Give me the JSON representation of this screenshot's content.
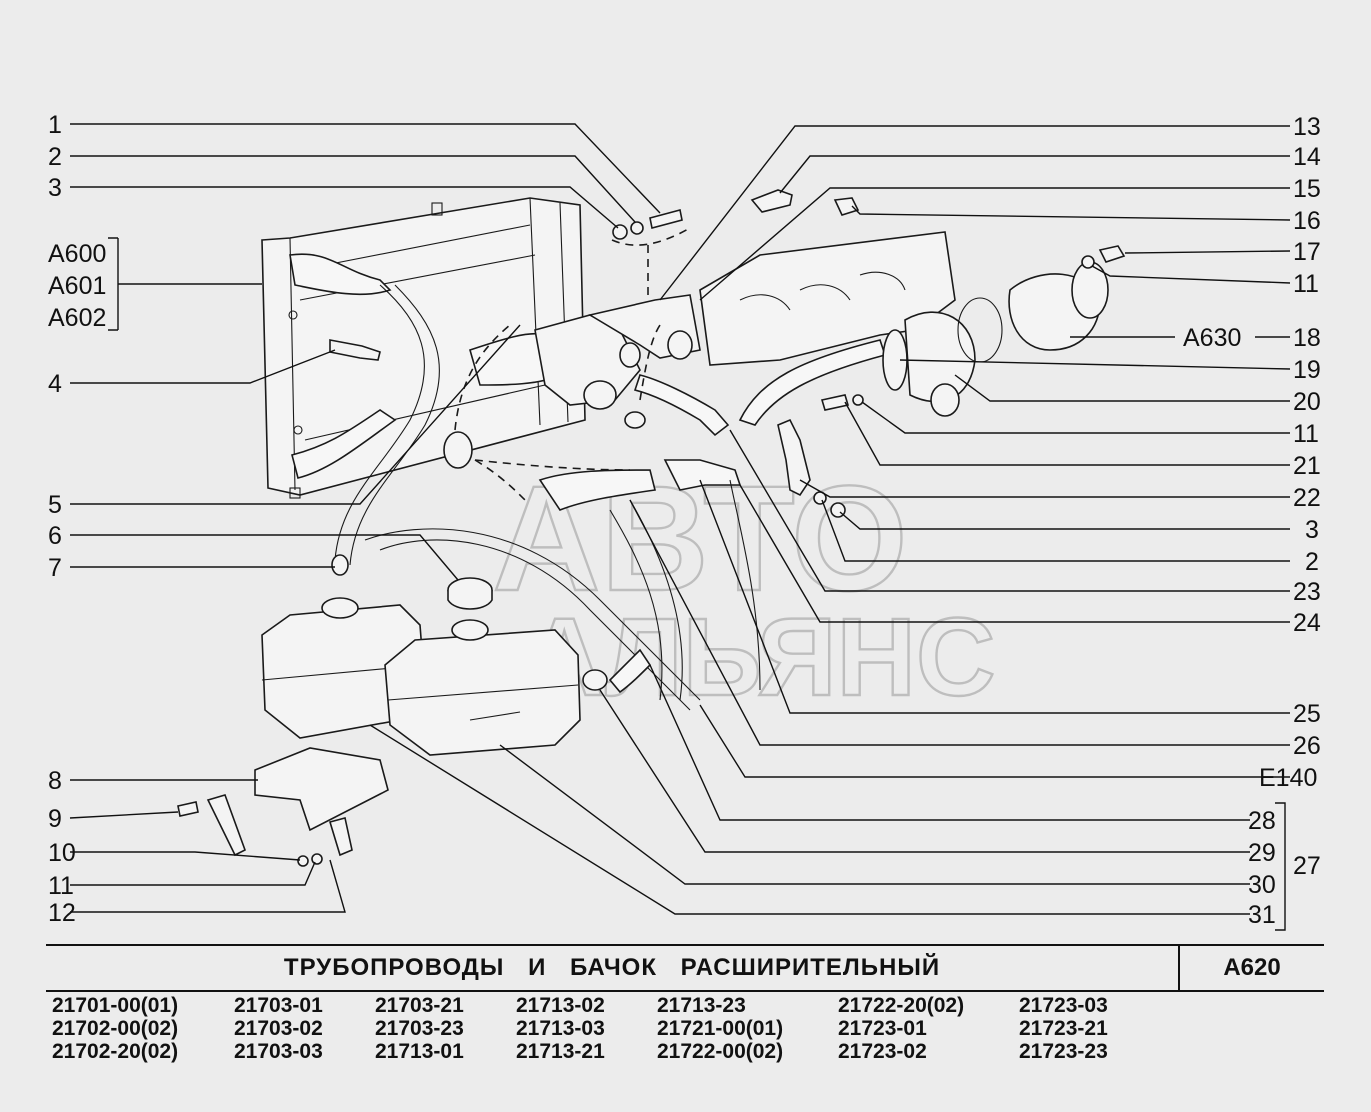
{
  "callouts_left": [
    "1",
    "2",
    "3",
    "A600",
    "A601",
    "A602",
    "4",
    "5",
    "6",
    "7",
    "8",
    "9",
    "10",
    "11",
    "12"
  ],
  "callouts_right": [
    "13",
    "14",
    "15",
    "16",
    "17",
    "11",
    "A630",
    "18",
    "19",
    "20",
    "11",
    "21",
    "22",
    "3",
    "2",
    "23",
    "24",
    "25",
    "26",
    "E140",
    "28",
    "29",
    "30",
    "31",
    "27"
  ],
  "watermark": [
    "АВТО",
    "АЛЬЯНС"
  ],
  "title": "ТРУБОПРОВОДЫ И БАЧОК РАСШИРИТЕЛЬНЫЙ",
  "code": "A620",
  "models": [
    [
      "21701-00(01)",
      "21702-00(02)",
      "21702-20(02)"
    ],
    [
      "21703-01",
      "21703-02",
      "21703-03"
    ],
    [
      "21703-21",
      "21703-23",
      "21713-01"
    ],
    [
      "21713-02",
      "21713-03",
      "21713-21"
    ],
    [
      "21713-23",
      "21721-00(01)",
      "21722-00(02)"
    ],
    [
      "21722-20(02)",
      "21723-01",
      "21723-02"
    ],
    [
      "21723-03",
      "21723-21",
      "21723-23"
    ]
  ],
  "icons": [
    "radiator",
    "thermostat-housing",
    "cylinder-head",
    "water-pump",
    "expansion-tank",
    "hose-clamp",
    "tank-bracket",
    "filler-cap",
    "temperature-sensor"
  ]
}
